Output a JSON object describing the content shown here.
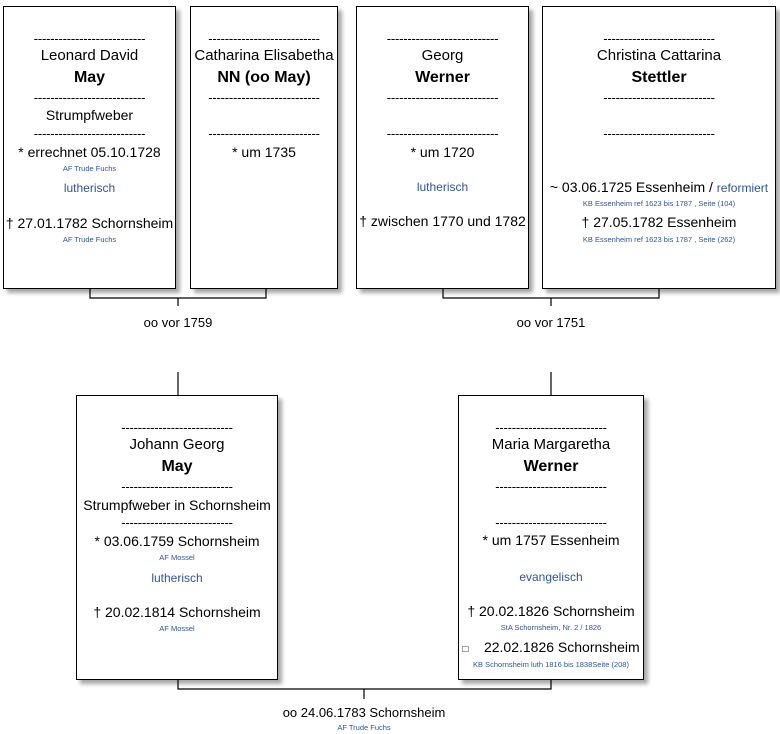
{
  "dash": "---------------------------",
  "persons": {
    "leonard": {
      "given": "Leonard David",
      "surname": "May",
      "occupation": "Strumpfweber",
      "birth": "* errechnet 05.10.1728",
      "birth_source": "AF Trude Fuchs",
      "religion": "lutherisch",
      "death": "† 27.01.1782 Schornsheim",
      "death_source": "AF Trude Fuchs"
    },
    "catharina": {
      "given": "Catharina Elisabetha",
      "surname": "NN (oo May)",
      "birth": "* um 1735"
    },
    "georg": {
      "given": "Georg",
      "surname": "Werner",
      "birth": "* um 1720",
      "religion": "lutherisch",
      "death": "† zwischen 1770 und 1782"
    },
    "christina": {
      "given": "Christina Cattarina",
      "surname": "Stettler",
      "baptism": "~ 03.06.1725 Essenheim /",
      "baptism_religion": "reformiert",
      "baptism_source": "KB Essenheim ref 1623 bis 1787 , Seite (104)",
      "death": "† 27.05.1782 Essenheim",
      "death_source": "KB Essenheim ref 1623 bis 1787 , Seite (262)"
    },
    "johann": {
      "given": "Johann Georg",
      "surname": "May",
      "occupation": "Strumpfweber  in Schornsheim",
      "birth": "* 03.06.1759 Schornsheim",
      "birth_source": "AF Mossel",
      "religion": "lutherisch",
      "death": "† 20.02.1814 Schornsheim",
      "death_source": "AF Mossel"
    },
    "maria": {
      "given": "Maria Margaretha",
      "surname": "Werner",
      "birth": "* um 1757 Essenheim",
      "religion": "evangelisch",
      "death": "† 20.02.1826 Schornsheim",
      "death_source": "StA Schornsheim, Nr. 2 / 1826",
      "burial_symbol": "□",
      "burial": "22.02.1826 Schornsheim",
      "burial_source": "KB Schornsheim luth 1816 bis 1838Seite (208)"
    }
  },
  "marriages": {
    "may_nn": "oo vor 1759",
    "werner_stettler": "oo vor 1751",
    "may_werner": "oo 24.06.1783 Schornsheim",
    "may_werner_source": "AF Trude Fuchs"
  }
}
